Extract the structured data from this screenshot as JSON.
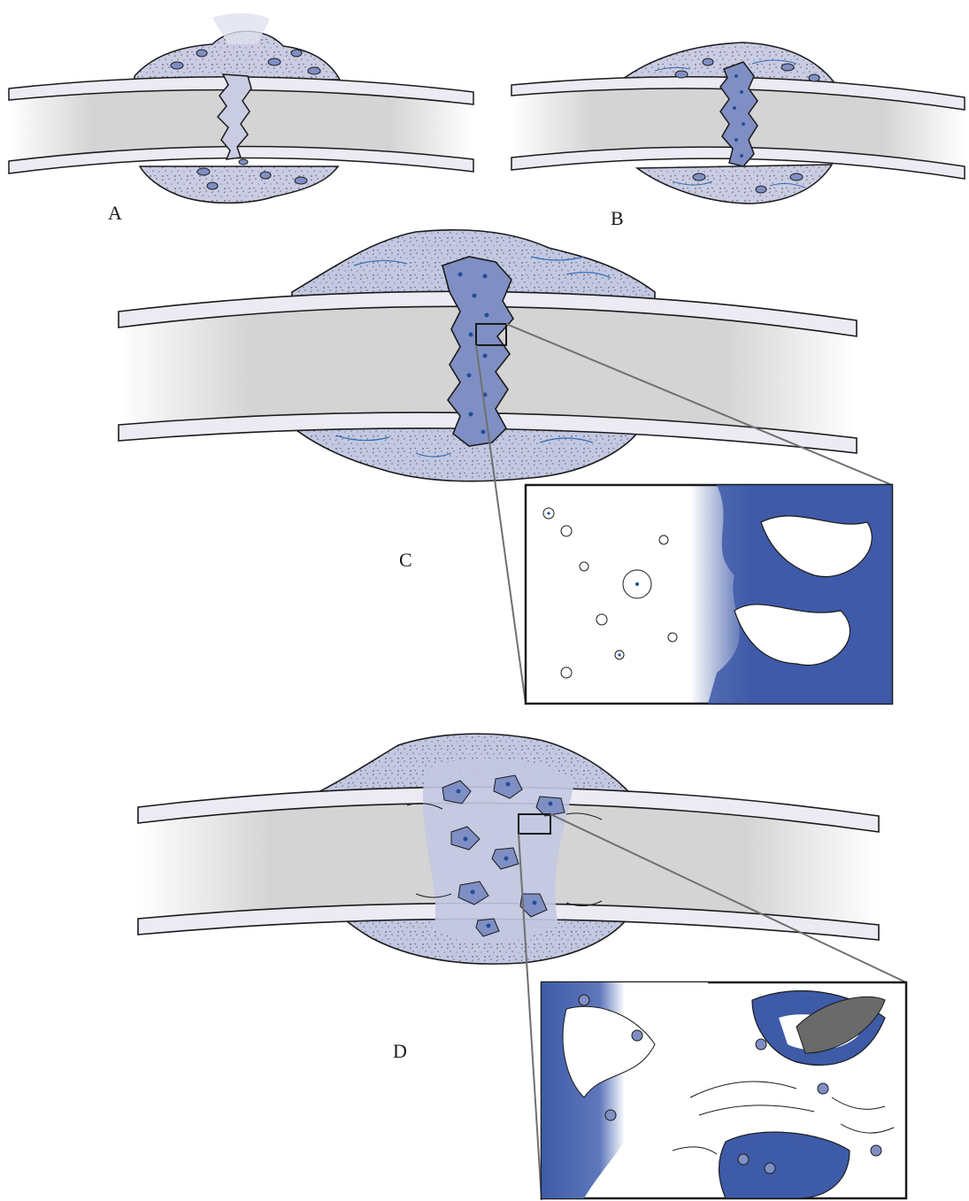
{
  "panels": {
    "a": {
      "label": "A"
    },
    "b": {
      "label": "B"
    },
    "c": {
      "label": "C"
    },
    "d": {
      "label": "D"
    }
  },
  "colors": {
    "bone_shaft": "#d2d2d2",
    "cortex": "#ecebf3",
    "outline": "#1a1a1a",
    "hematoma": "#c9cce2",
    "callus": "#c3c8e2",
    "cell_fill": "#7f8fc4",
    "cell_nucleus": "#1f4f9c",
    "trabecular_blue": "#3e5ba8",
    "fiber_blue": "#2f6cb3",
    "magnifier_line": "#707070",
    "medullary_gray": "#6a6a6a"
  }
}
